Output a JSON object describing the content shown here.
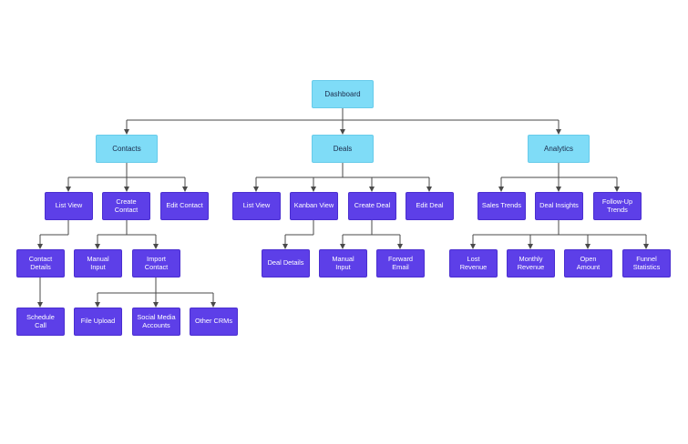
{
  "colors": {
    "primary_fill": "#7fdcf7",
    "secondary_fill": "#5d3fe8",
    "connector": "#4a4a4a"
  },
  "nodes": {
    "dashboard": "Dashboard",
    "contacts": "Contacts",
    "deals": "Deals",
    "analytics": "Analytics",
    "contacts_list_view": "List View",
    "create_contact": "Create\nContact",
    "edit_contact": "Edit Contact",
    "contact_details": "Contact\nDetails",
    "manual_input_contact": "Manual\nInput",
    "import_contact": "Import\nContact",
    "schedule_call": "Schedule\nCall",
    "file_upload": "File Upload",
    "social_media_accounts": "Social Media\nAccounts",
    "other_crms": "Other CRMs",
    "deals_list_view": "List View",
    "kanban_view": "Kanban View",
    "create_deal": "Create Deal",
    "edit_deal": "Edit Deal",
    "deal_details": "Deal Details",
    "manual_input_deal": "Manual\nInput",
    "forward_email": "Forward\nEmail",
    "sales_trends": "Sales Trends",
    "deal_insights": "Deal Insights",
    "follow_up_trends": "Follow-Up\nTrends",
    "lost_revenue": "Lost\nRevenue",
    "monthly_revenue": "Monthly\nRevenue",
    "open_amount": "Open\nAmount",
    "funnel_statistics": "Funnel\nStatistics"
  }
}
